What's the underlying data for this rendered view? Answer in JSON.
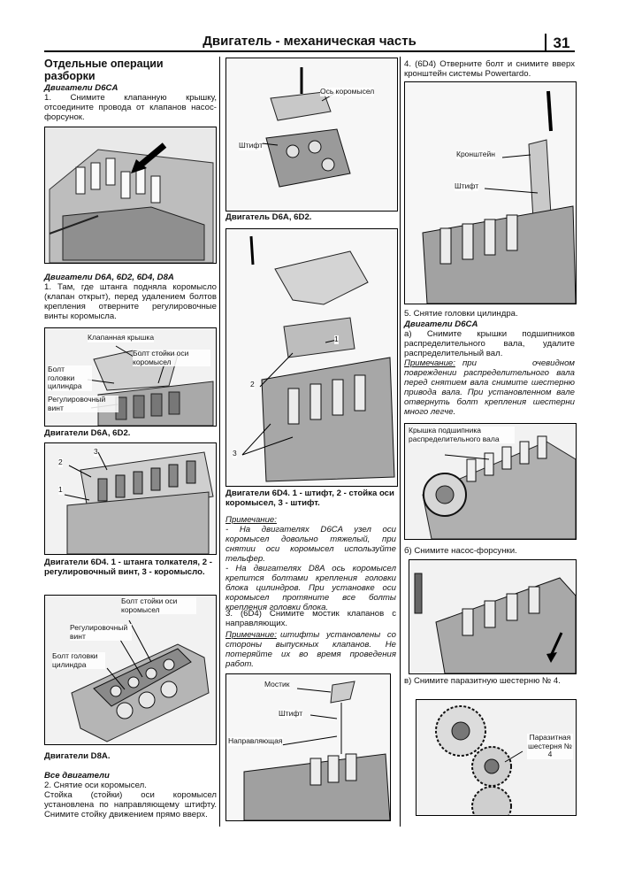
{
  "header": {
    "title": "Двигатель - механическая часть",
    "page_number": "31"
  },
  "col1": {
    "section_title": "Отдельные операции разборки",
    "sub_d6ca": "Двигатели D6CA",
    "step1_d6ca": "1. Снимите клапанную крышку, отсоедините провода от клапанов насос-форсунок.",
    "sub_d6a_group": "Двигатели D6A, 6D2, 6D4, D8A",
    "step1_group": "1. Там, где штанга подняла коромысло (клапан открыт), перед удалением болтов крепления отверните регулировочные винты коромысла.",
    "fig2": {
      "label_cover": "Клапанная крышка",
      "label_bolt_stand": "Болт стойки оси коромысел",
      "label_head_bolt": "Болт головки цилиндра",
      "label_adj_screw": "Регулировочный винт"
    },
    "cap_fig2": "Двигатели D6A, 6D2.",
    "cap_fig3": "Двигатели 6D4. 1 - штанга толкателя, 2 - регулировочный винт, 3 - коромысло.",
    "fig4": {
      "label_bolt_stand": "Болт стойки оси коромысел",
      "label_adj_screw": "Регулировочный винт",
      "label_head_bolt": "Болт головки цилиндра"
    },
    "cap_fig4": "Двигатели D8A.",
    "sub_all": "Все двигатели",
    "step2": "2. Снятие оси коромысел.",
    "step2_text": "Стойка (стойки) оси коромысел установлена по направляющему штифту. Снимите стойку движением прямо вверх."
  },
  "col2": {
    "fig1": {
      "label_axle": "Ось коромысел",
      "label_pin": "Штифт"
    },
    "cap_fig1": "Двигатель D6A, 6D2.",
    "cap_fig2": "Двигатели 6D4. 1 - штифт, 2 - стойка оси коромысел, 3 - штифт.",
    "note_label": "Примечание:",
    "note1": "- На двигателях D6CA узел оси коромысел довольно тяжелый, при снятии оси коромысел используйте тельфер.",
    "note2": "- На двигателях D8A ось коромысел крепится болтами крепления головки блока цилиндров. При установке оси коромысел протяните все болты крепления головки блока.",
    "step3": "3. (6D4) Снимите мостик клапанов с направляющих.",
    "note_label2": "Примечание:",
    "note3": "штифты установлены со стороны выпускных клапанов. Не потеряйте их во время проведения работ.",
    "fig3": {
      "label_bridge": "Мостик",
      "label_pin": "Штифт",
      "label_guide": "Направляющая"
    }
  },
  "col3": {
    "step4": "4. (6D4) Отверните болт и снимите вверх кронштейн системы Powertardo.",
    "fig1": {
      "label_bracket": "Кронштейн",
      "label_pin": "Штифт"
    },
    "step5": "5. Снятие головки цилиндра.",
    "sub_d6ca": "Двигатели D6CA",
    "step5a": "а) Снимите крышки подшипников распределительного вала, удалите распределительный вал.",
    "note_label": "Примечание:",
    "note": "при очевидном повреждении распределительного вала перед снятием вала снимите шестерню привода вала. При установленном вале отвернуть болт крепления шестерни много легче.",
    "fig2": {
      "label_cover": "Крышка подшипника распределительного вала"
    },
    "step5b": "б) Снимите насос-форсунки.",
    "step5c": "в) Снимите паразитную шестерню № 4.",
    "fig4": {
      "label_gear": "Паразитная шестерня № 4"
    }
  },
  "figure_numbers": {
    "n1": "1",
    "n2": "2",
    "n3": "3"
  }
}
